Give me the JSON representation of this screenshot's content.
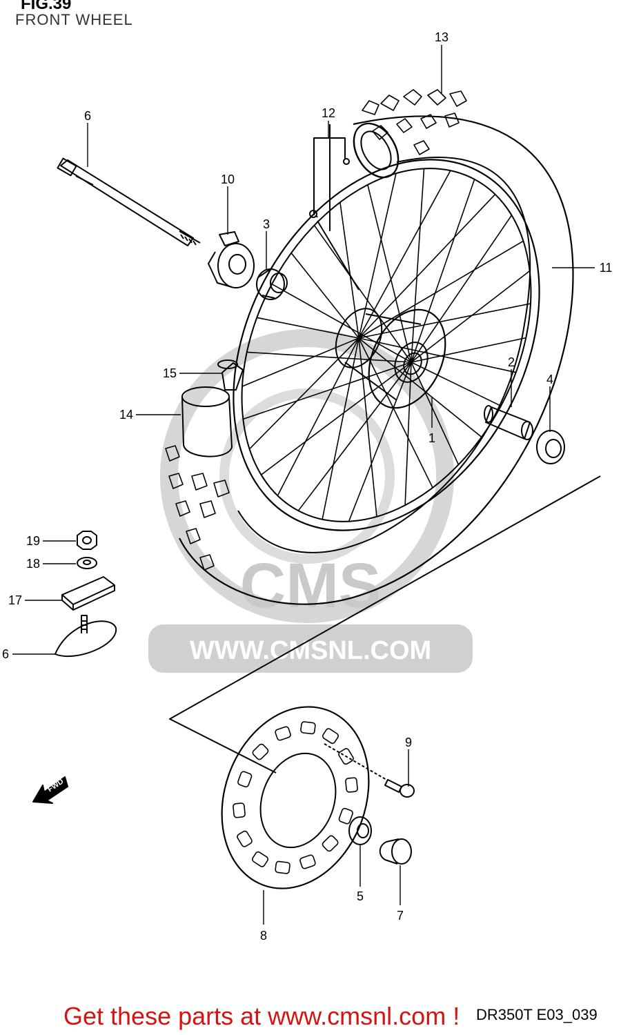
{
  "figure": {
    "title": "FIG.39",
    "subtitle": "FRONT WHEEL",
    "code": "DR350T E03_039",
    "fwd_label": "FWD"
  },
  "watermark": {
    "brand": "CMS",
    "url": "WWW.CMSNL.COM"
  },
  "footer": {
    "text": "Get these parts at www.cmsnl.com !",
    "color": "#d41414"
  },
  "part_labels": {
    "p1": "1",
    "p2": "2",
    "p3": "3",
    "p4": "4",
    "p5": "5",
    "p6a": "6",
    "p6b": "6",
    "p7": "7",
    "p8": "8",
    "p9": "9",
    "p10": "10",
    "p11": "11",
    "p12": "12",
    "p13": "13",
    "p14": "14",
    "p15": "15",
    "p17": "17",
    "p18": "18",
    "p19": "19"
  }
}
